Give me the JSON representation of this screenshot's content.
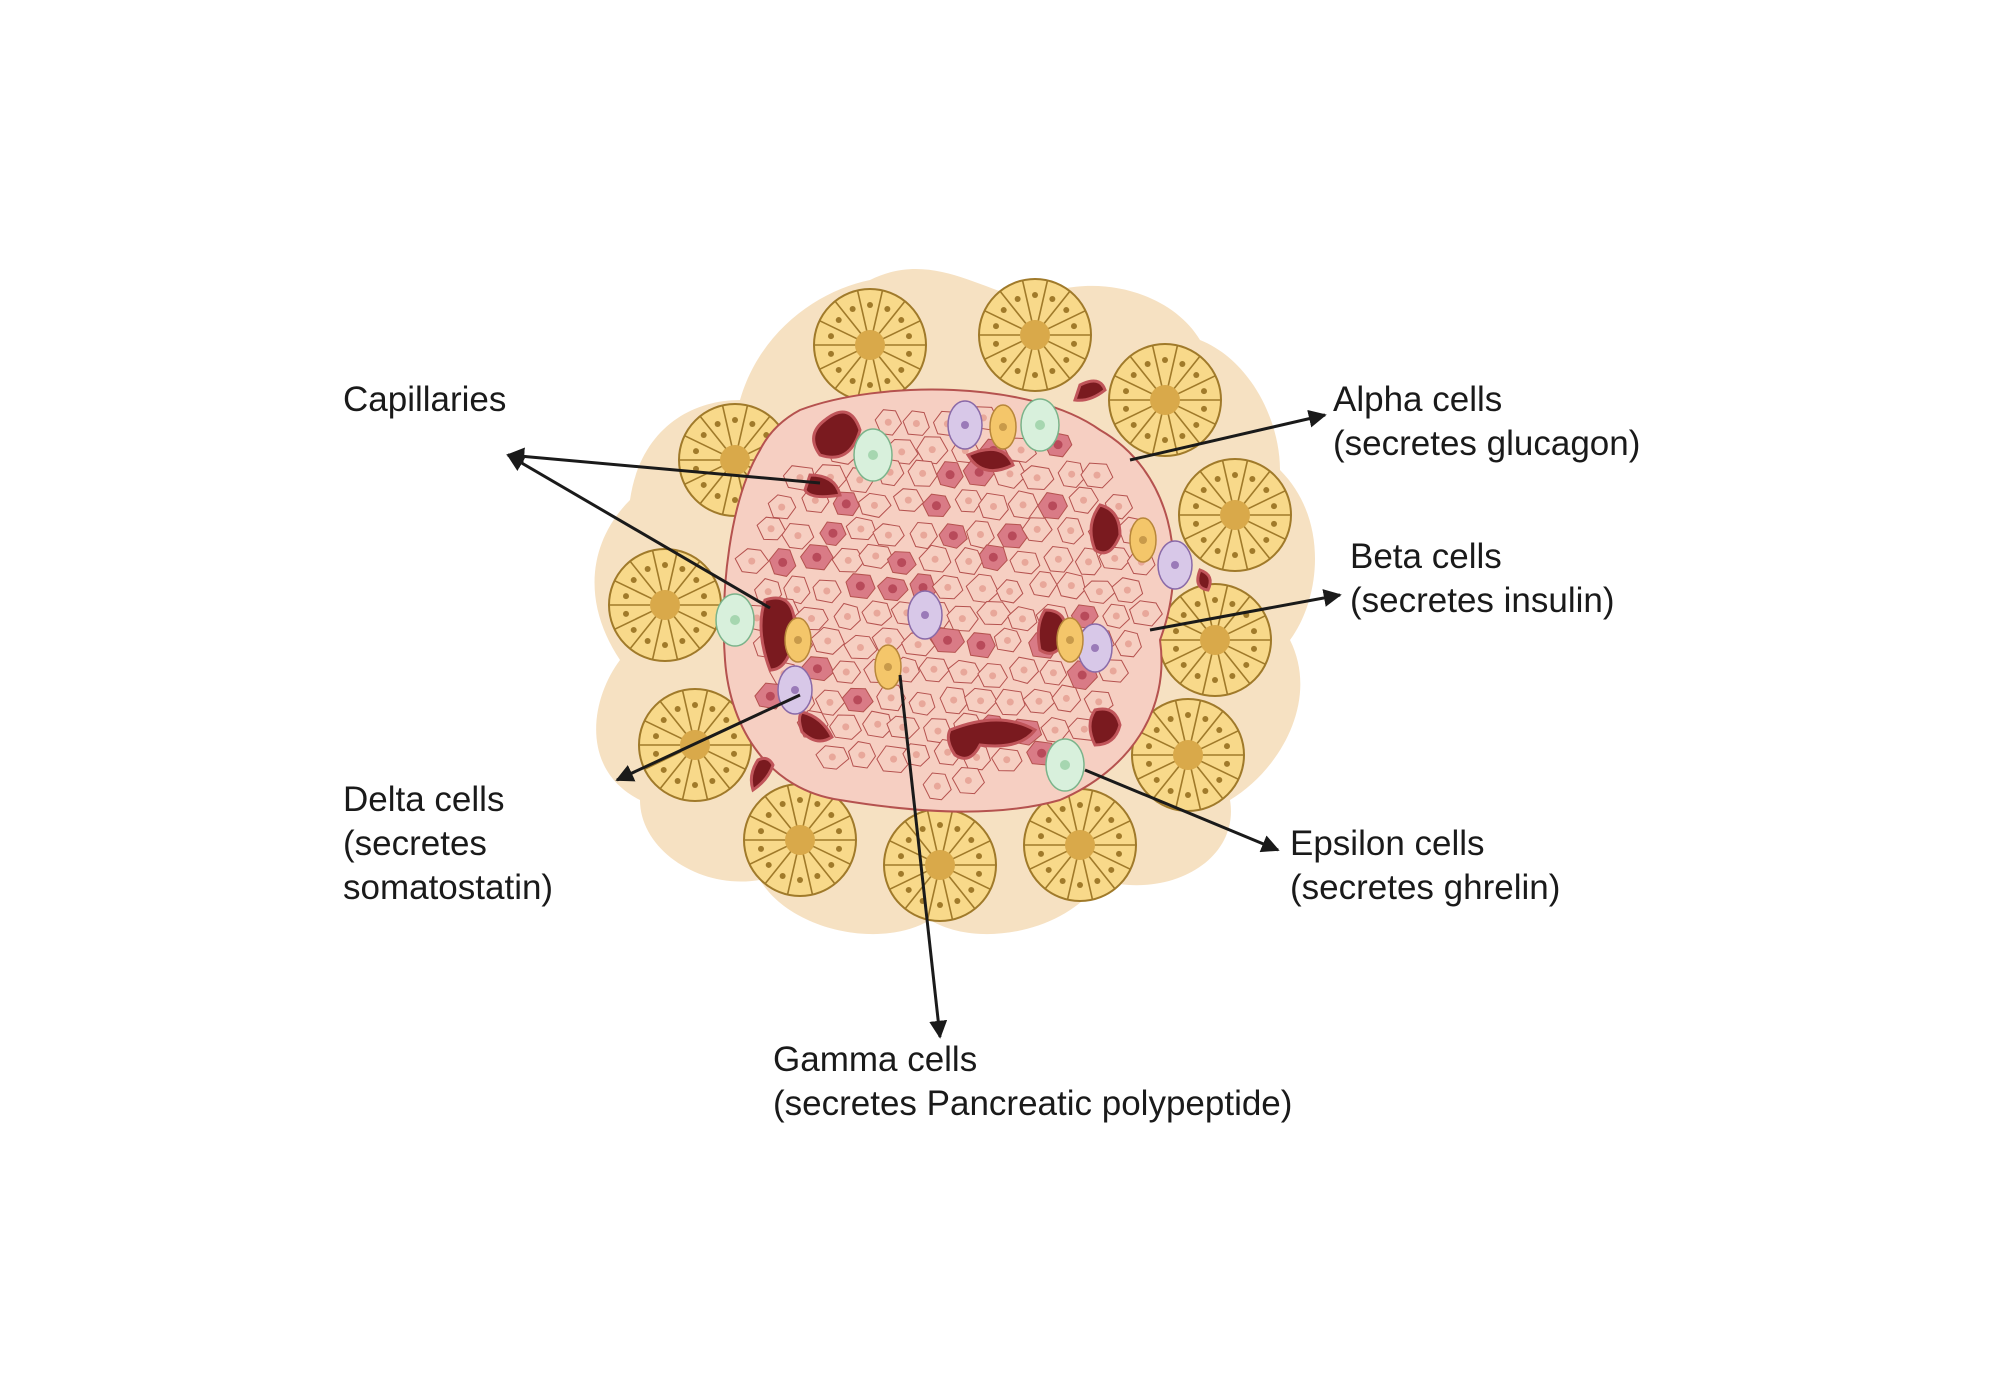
{
  "labels": {
    "capillaries": {
      "line1": "Capillaries"
    },
    "alpha": {
      "line1": "Alpha cells",
      "line2": "(secretes glucagon)"
    },
    "beta": {
      "line1": "Beta cells",
      "line2": "(secretes insulin)"
    },
    "delta": {
      "line1": "Delta cells",
      "line2": "(secretes",
      "line3": "somatostatin)"
    },
    "epsilon": {
      "line1": "Epsilon cells",
      "line2": "(secretes ghrelin)"
    },
    "gamma": {
      "line1": "Gamma cells",
      "line2": "(secretes Pancreatic polypeptide)"
    }
  },
  "colors": {
    "background_tissue": "#f6e1c2",
    "acinar_fill": "#f8d98a",
    "acinar_stroke": "#a07a2a",
    "acinar_center": "#d9a94a",
    "beta_cell": "#f6cfc2",
    "alpha_cell": "#d97b86",
    "delta_cell": "#d8c8e8",
    "epsilon_cell": "#d8f0dc",
    "gamma_cell": "#f4c66a",
    "capillary": "#7a1a1f",
    "cell_border": "#b5524f",
    "arrow": "#1a1a1a"
  }
}
